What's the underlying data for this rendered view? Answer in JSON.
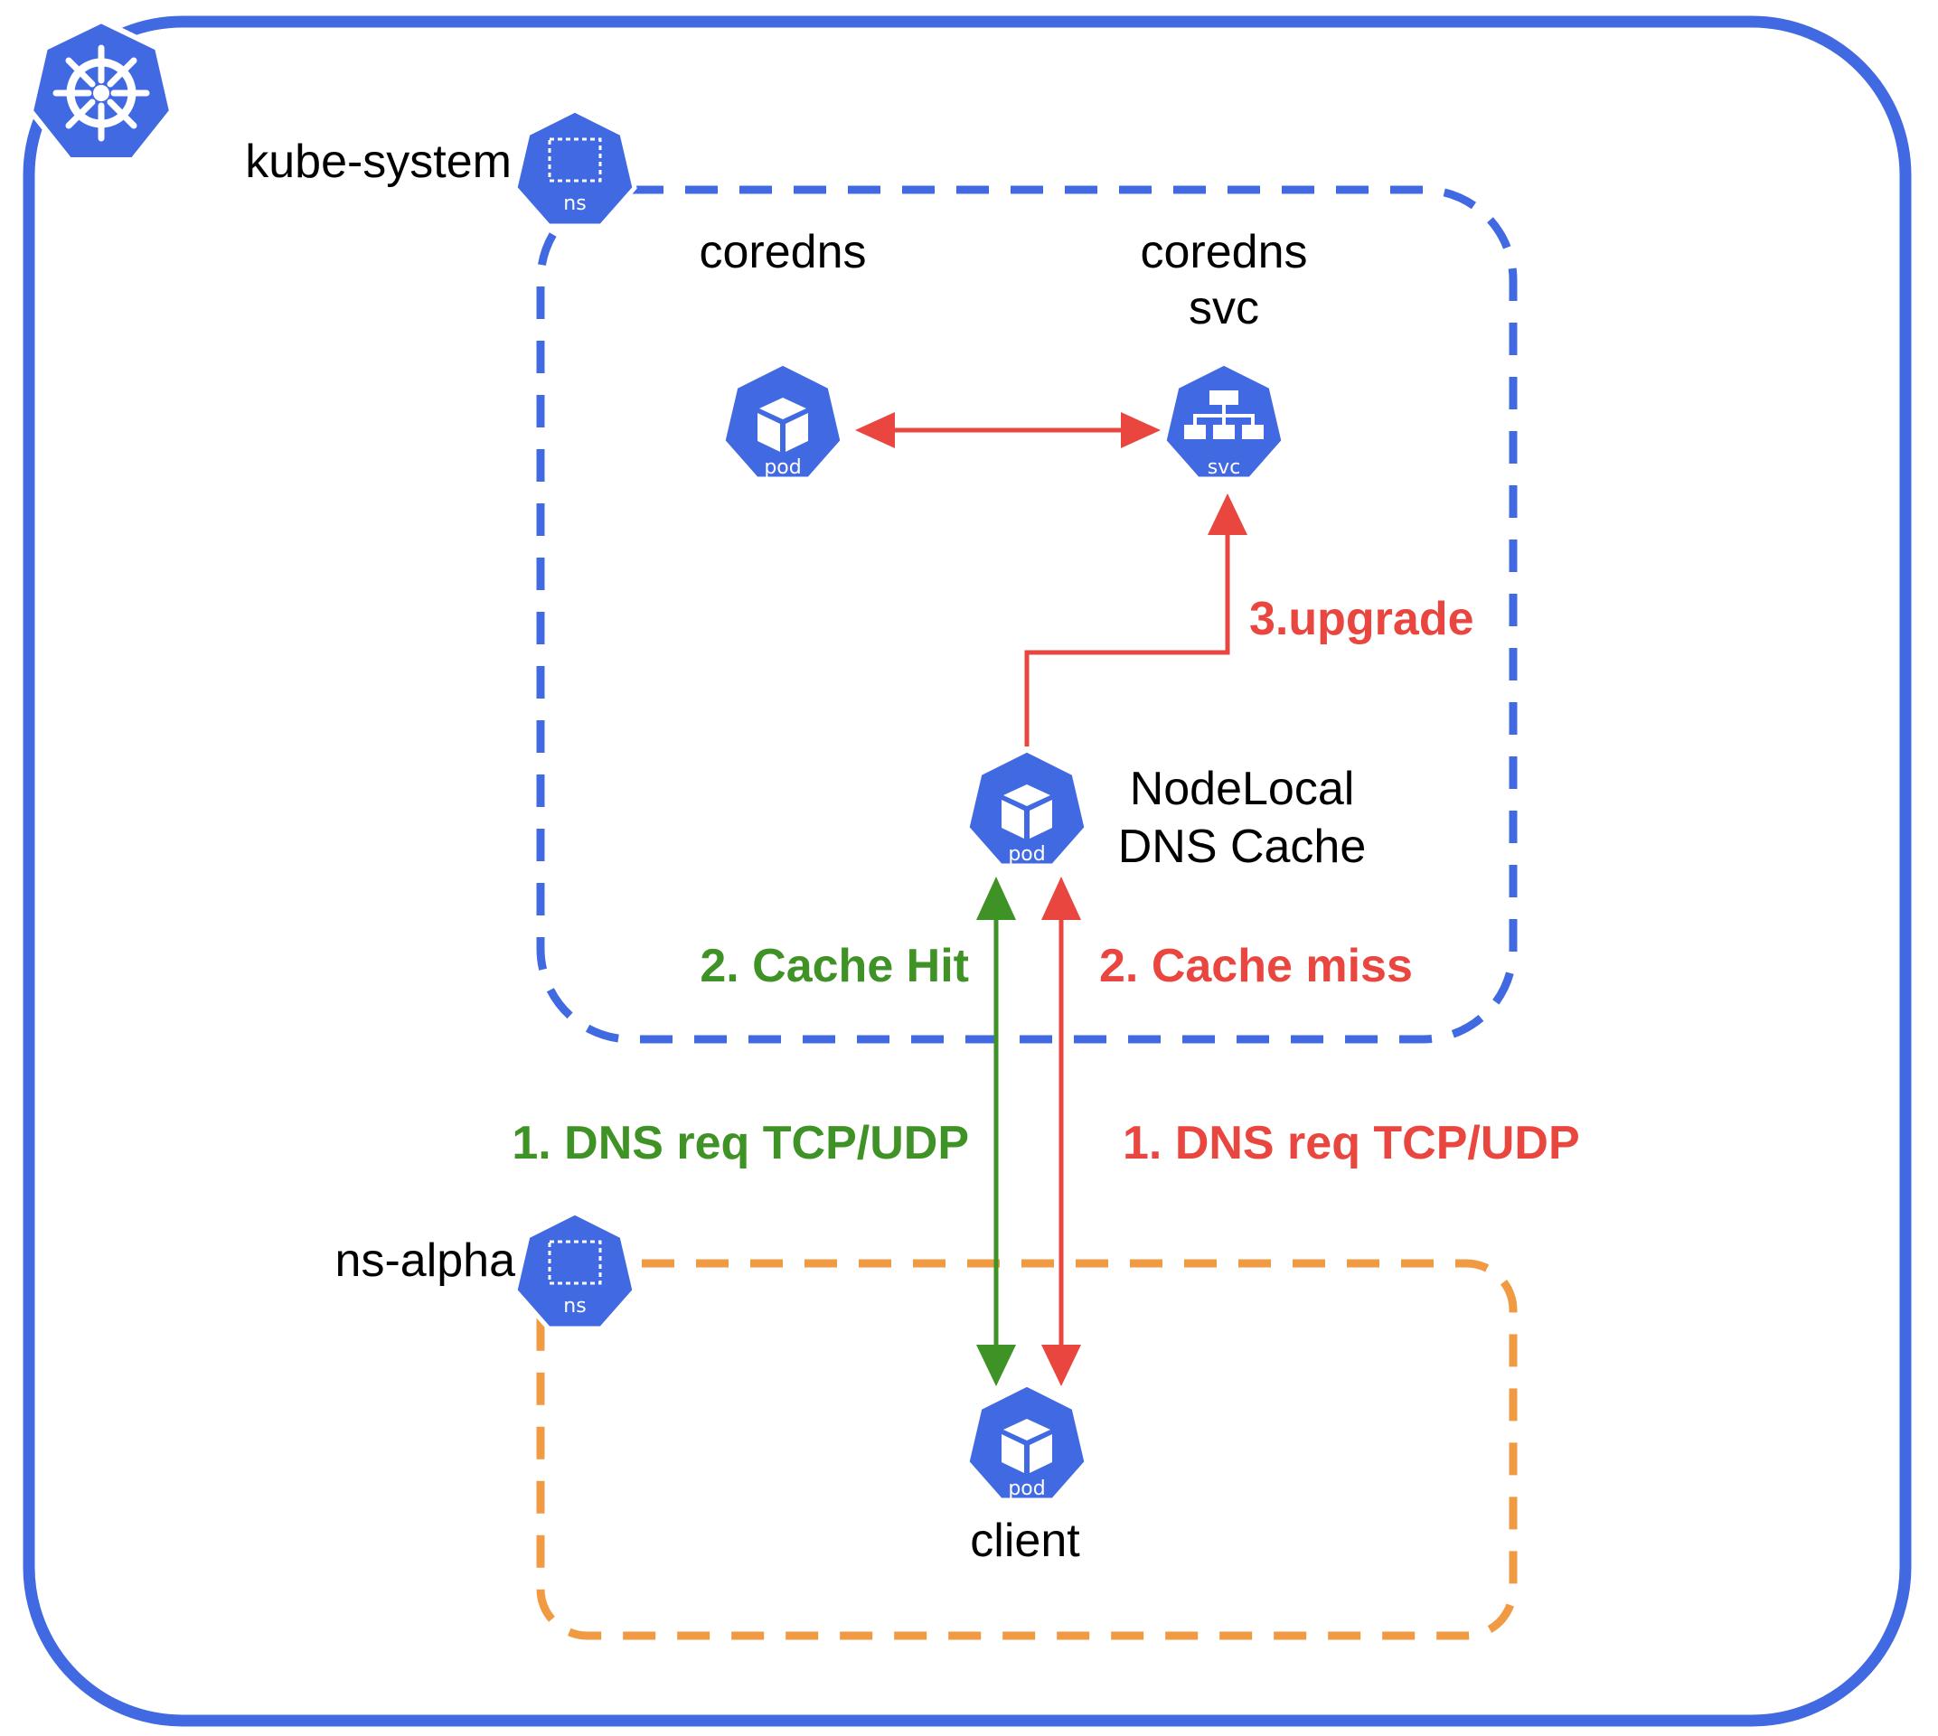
{
  "colors": {
    "kubernetes_blue": "#4169E1",
    "kube_system_border": "#4169E1",
    "ns_alpha_border": "#F09A44",
    "miss_red": "#E8463F",
    "hit_green": "#3F9226"
  },
  "cluster": {
    "icon": "kubernetes-helm-icon"
  },
  "namespaces": {
    "kube_system": {
      "label": "kube-system",
      "icon": "namespace-icon",
      "icon_text": "ns"
    },
    "ns_alpha": {
      "label": "ns-alpha",
      "icon": "namespace-icon",
      "icon_text": "ns"
    }
  },
  "nodes": {
    "coredns_pod": {
      "label": "coredns",
      "icon": "pod-icon",
      "icon_text": "pod"
    },
    "coredns_svc": {
      "label_line1": "coredns",
      "label_line2": "svc",
      "icon": "service-icon",
      "icon_text": "svc"
    },
    "nodelocal": {
      "label_line1": "NodeLocal",
      "label_line2": "DNS Cache",
      "icon": "pod-icon",
      "icon_text": "pod"
    },
    "client": {
      "label": "client",
      "icon": "pod-icon",
      "icon_text": "pod"
    }
  },
  "flows": {
    "upgrade": "3.upgrade",
    "cache_hit": "2. Cache Hit",
    "cache_miss": "2. Cache miss",
    "req_hit": "1. DNS req TCP/UDP",
    "req_miss": "1. DNS req TCP/UDP"
  }
}
